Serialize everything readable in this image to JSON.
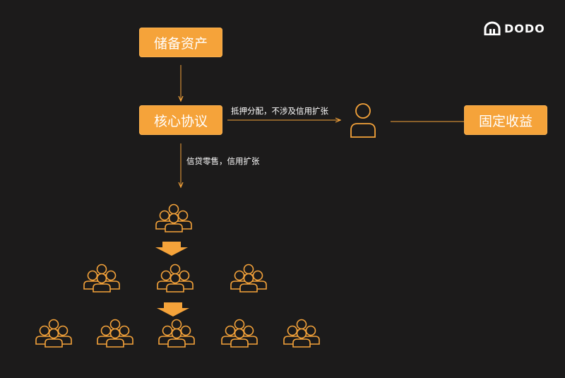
{
  "nodes": {
    "reserve_assets": "储备资产",
    "core_protocol": "核心协议",
    "fixed_income": "固定收益"
  },
  "edges": {
    "collateral_label": "抵押分配，不涉及信用扩张",
    "lending_label": "信贷零售，信用扩张"
  },
  "logo": {
    "text": "DODO"
  },
  "colors": {
    "accent": "#f5a33a",
    "background": "#1c1b1b"
  }
}
